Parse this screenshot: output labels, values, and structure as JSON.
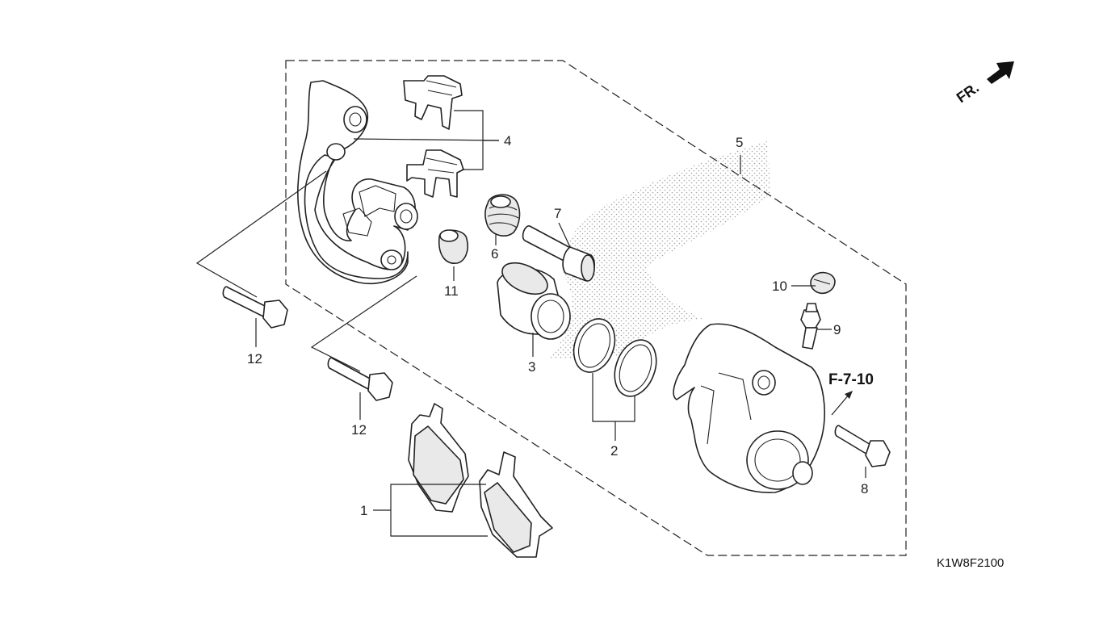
{
  "labels": {
    "p1": "1",
    "p2": "2",
    "p3": "3",
    "p4": "4",
    "p5": "5",
    "p6": "6",
    "p7": "7",
    "p8": "8",
    "p9": "9",
    "p10": "10",
    "p11": "11",
    "p12a": "12",
    "p12b": "12"
  },
  "reference": "F-7-10",
  "front_marker": "FR.",
  "diagram_code": "K1W8F2100"
}
